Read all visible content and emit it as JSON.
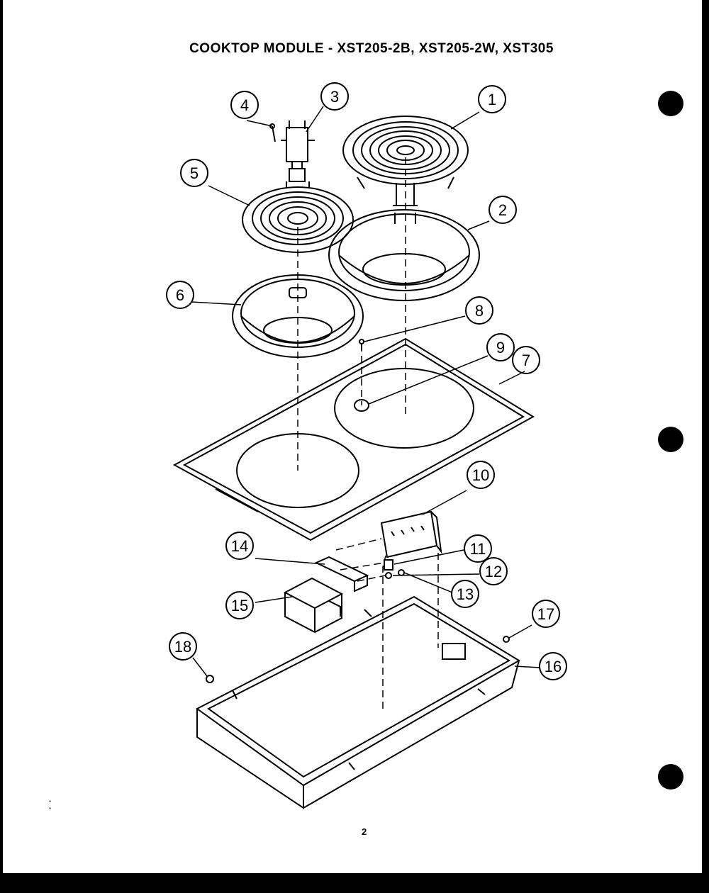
{
  "title": "COOKTOP MODULE - XST205-2B, XST205-2W, XST305",
  "page_number": "2",
  "callouts": [
    "1",
    "2",
    "3",
    "4",
    "5",
    "6",
    "7",
    "8",
    "9",
    "10",
    "11",
    "12",
    "13",
    "14",
    "15",
    "16",
    "17",
    "18"
  ]
}
